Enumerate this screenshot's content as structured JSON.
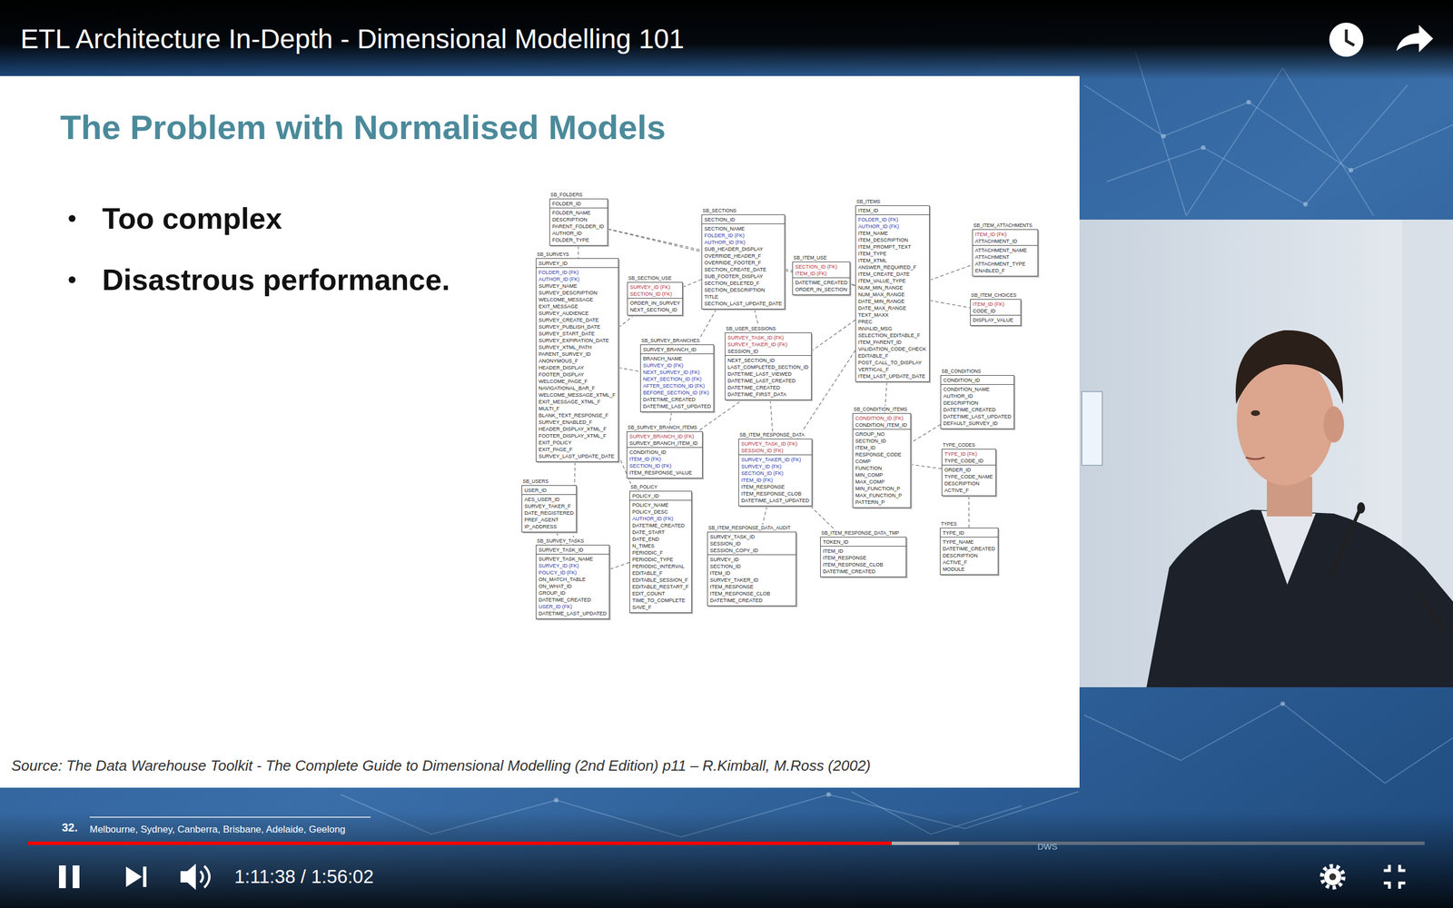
{
  "diagram": {
    "title": "The Problem with Normalised Models",
    "caption": "Source: The Data Warehouse Toolkit  - The Complete Guide to Dimensional Modelling (2nd Edition) p11 – R.Kimball, M.Ross (2002)",
    "nodes": [
      {
        "text": [
          "SB_FOLDERS",
          "FOLDER_ID",
          "FOLDER_NAME",
          "DESCRIPTION",
          "PARENT_FOLDER_ID",
          "AUTHOR_ID",
          "FOLDER_TYPE"
        ]
      },
      {
        "text": [
          "SB_ITEMS",
          "ITEM_ID",
          "FOLDER_ID (FK)",
          "AUTHOR_ID (FK)",
          "ITEM_NAME",
          "ITEM_DESCRIPTION",
          "ITEM_PROMPT_TEXT",
          "ITEM_TYPE",
          "ITEM_XTML",
          "ANSWER_REQUIRED_F",
          "ITEM_CREATE_DATE",
          "ITEM_VALUE_TYPE",
          "NUM_MIN_RANGE",
          "NUM_MAX_RANGE",
          "DATE_MIN_RANGE",
          "DATE_MAX_RANGE",
          "TEXT_MAXX",
          "PREC",
          "INVALID_MSG",
          "SELECTION_EDITABLE_F",
          "ITEM_PARENT_ID",
          "VALIDATION_CODE_CHECK",
          "EDITABLE_F",
          "POST_CALL_TO_DISPLAY",
          "VERTICAL_F",
          "ITEM_LAST_UPDATE_DATE"
        ]
      },
      {
        "text": [
          "SB_SECTIONS",
          "SECTION_ID",
          "SECTION_NAME",
          "FOLDER_ID (FK)",
          "AUTHOR_ID (FK)",
          "SUB_HEADER_DISPLAY",
          "OVERRIDE_HEADER_F",
          "OVERRIDE_FOOTER_F",
          "SECTION_CREATE_DATE",
          "SUB_FOOTER_DISPLAY",
          "SECTION_DELETED_F",
          "SECTION_DESCRIPTION",
          "TITLE",
          "SECTION_LAST_UPDATE_DATE"
        ]
      },
      {
        "text": [
          "SB_ITEM_ATTACHMENTS",
          "ITEM_ID (FK)",
          "ATTACHMENT_ID",
          "ATTACHMENT_NAME",
          "ATTACHMENT",
          "ATTACHMENT_TYPE",
          "ENABLED_F"
        ]
      },
      {
        "text": [
          "SB_SURVEYS",
          "SURVEY_ID",
          "FOLDER_ID (FK)",
          "AUTHOR_ID (FK)",
          "SURVEY_NAME",
          "SURVEY_DESCRIPTION",
          "WELCOME_MESSAGE",
          "EXIT_MESSAGE",
          "SURVEY_AUDIENCE",
          "SURVEY_CREATE_DATE",
          "SURVEY_PUBLISH_DATE",
          "SURVEY_START_DATE",
          "SURVEY_EXPIRATION_DATE",
          "SURVEY_XTML_PATH",
          "PARENT_SURVEY_ID",
          "ANONYMOUS_F",
          "HEADER_DISPLAY",
          "FOOTER_DISPLAY",
          "WELCOME_PAGE_F",
          "NAVIGATIONAL_BAR_F",
          "WELCOME_MESSAGE_XTML_F",
          "EXIT_MESSAGE_XTML_F",
          "MULTI_F",
          "BLANK_TEXT_RESPONSE_F",
          "SURVEY_ENABLED_F",
          "HEADER_DISPLAY_XTML_F",
          "FOOTER_DISPLAY_XTML_F",
          "EXIT_POLICY",
          "EXIT_PAGE_F",
          "SURVEY_LAST_UPDATE_DATE"
        ]
      },
      {
        "text": [
          "SB_ITEM_USE",
          "SECTION_ID (FK)",
          "ITEM_ID (FK)",
          "DATETIME_CREATED",
          "ORDER_IN_SECTION"
        ]
      },
      {
        "text": [
          "SB_SECTION_USE",
          "SURVEY_ID (FK)",
          "SECTION_ID (FK)",
          "ORDER_IN_SURVEY",
          "NEXT_SECTION_ID"
        ]
      },
      {
        "text": [
          "SB_ITEM_CHOICES",
          "ITEM_ID (FK)",
          "CODE_ID",
          "DISPLAY_VALUE"
        ]
      },
      {
        "text": [
          "SB_USER_SESSIONS",
          "SURVEY_TASK_ID (FK)",
          "SURVEY_TAKER_ID (FK)",
          "SESSION_ID",
          "NEXT_SECTION_ID",
          "LAST_COMPLETED_SECTION_ID",
          "DATETIME_LAST_VIEWED",
          "DATETIME_LAST_CREATED",
          "DATETIME_CREATED",
          "DATETIME_FIRST_DATA"
        ]
      },
      {
        "text": [
          "SB_SURVEY_BRANCHES",
          "SURVEY_BRANCH_ID",
          "BRANCH_NAME",
          "SURVEY_ID (FK)",
          "NEXT_SURVEY_ID (FK)",
          "NEXT_SECTION_ID (FK)",
          "AFTER_SECTION_ID (FK)",
          "BEFORE_SECTION_ID (FK)",
          "DATETIME_CREATED",
          "DATETIME_LAST_UPDATED"
        ]
      },
      {
        "text": [
          "SB_CONDITIONS",
          "CONDITION_ID",
          "CONDITION_NAME",
          "AUTHOR_ID",
          "DESCRIPTION",
          "DATETIME_CREATED",
          "DATETIME_LAST_UPDATED",
          "DEFAULT_SURVEY_ID"
        ]
      },
      {
        "text": [
          "SB_CONDITION_ITEMS",
          "CONDITION_ID (FK)",
          "CONDITION_ITEM_ID",
          "GROUP_NO",
          "SECTION_ID",
          "ITEM_ID",
          "RESPONSE_CODE",
          "COMP",
          "FUNCTION",
          "MIN_COMP",
          "MAX_COMP",
          "MIN_FUNCTION_P",
          "MAX_FUNCTION_P",
          "PATTERN_P"
        ]
      },
      {
        "text": [
          "SB_SURVEY_BRANCH_ITEMS",
          "SURVEY_BRANCH_ID (FK)",
          "SURVEY_BRANCH_ITEM_ID",
          "CONDITION_ID",
          "ITEM_ID (FK)",
          "SECTION_ID (FK)",
          "ITEM_RESPONSE_VALUE"
        ]
      },
      {
        "text": [
          "SB_ITEM_RESPONSE_DATA",
          "SURVEY_TASK_ID (FK)",
          "SESSION_ID (FK)",
          "SURVEY_TAKER_ID (FK)",
          "SURVEY_ID (FK)",
          "SECTION_ID (FK)",
          "ITEM_ID (FK)",
          "ITEM_RESPONSE",
          "ITEM_RESPONSE_CLOB",
          "DATETIME_LAST_UPDATED"
        ]
      },
      {
        "text": [
          "TYPE_CODES",
          "TYPE_ID (FK)",
          "TYPE_CODE_ID",
          "ORDER_ID",
          "TYPE_CODE_NAME",
          "DESCRIPTION",
          "ACTIVE_F"
        ]
      },
      {
        "text": [
          "SB_USERS",
          "USER_ID",
          "AES_USER_ID",
          "SURVEY_TAKER_F",
          "DATE_REGISTERED",
          "PREF_AGENT",
          "IP_ADDRESS"
        ]
      },
      {
        "text": [
          "SB_POLICY",
          "POLICY_ID",
          "POLICY_NAME",
          "POLICY_DESC",
          "AUTHOR_ID (FK)",
          "DATETIME_CREATED",
          "DATE_START",
          "DATE_END",
          "N_TIMES",
          "PERIODIC_F",
          "PERIODIC_TYPE",
          "PERIODIC_INTERVAL",
          "EDITABLE_F",
          "EDITABLE_SESSION_F",
          "EDITABLE_RESTART_F",
          "EDIT_COUNT",
          "TIME_TO_COMPLETE",
          "SAVE_F"
        ]
      },
      {
        "text": [
          "TYPES",
          "TYPE_ID",
          "TYPE_NAME",
          "DATETIME_CREATED",
          "DESCRIPTION",
          "ACTIVE_F",
          "MODULE"
        ]
      },
      {
        "text": [
          "SB_ITEM_RESPONSE_DATA_AUDIT",
          "SURVEY_TASK_ID",
          "SESSION_ID",
          "SESSION_COPY_ID",
          "SURVEY_ID",
          "SECTION_ID",
          "ITEM_ID",
          "SURVEY_TAKER_ID",
          "ITEM_RESPONSE",
          "ITEM_RESPONSE_CLOB",
          "DATETIME_CREATED"
        ]
      },
      {
        "text": [
          "SB_ITEM_RESPONSE_DATA_TMP",
          "TOKEN_ID",
          "ITEM_ID",
          "ITEM_RESPONSE",
          "ITEM_RESPONSE_CLOB",
          "DATETIME_CREATED"
        ]
      },
      {
        "text": [
          "SB_SURVEY_TASKS",
          "SURVEY_TASK_ID",
          "SURVEY_TASK_NAME",
          "SURVEY_ID (FK)",
          "POLICY_ID (FK)",
          "ON_MATCH_TABLE",
          "ON_WHAT_ID",
          "GROUP_ID",
          "DATETIME_CREATED",
          "USER_ID (FK)",
          "DATETIME_LAST_UPDATED"
        ]
      }
    ],
    "edges": [
      {
        "from": 0,
        "to": 4,
        "arrow": "none"
      },
      {
        "from": 0,
        "to": 2,
        "arrow": "none"
      },
      {
        "from": 0,
        "to": 1,
        "arrow": "none"
      },
      {
        "from": 1,
        "to": 3,
        "arrow": "none"
      },
      {
        "from": 1,
        "to": 7,
        "arrow": "none"
      },
      {
        "from": 4,
        "to": 6,
        "arrow": "none"
      },
      {
        "from": 2,
        "to": 6,
        "arrow": "none"
      },
      {
        "from": 2,
        "to": 5,
        "arrow": "none"
      },
      {
        "from": 1,
        "to": 5,
        "arrow": "none"
      },
      {
        "from": 4,
        "to": 9,
        "arrow": "none"
      },
      {
        "from": 2,
        "to": 9,
        "arrow": "none"
      },
      {
        "from": 2,
        "to": 8,
        "arrow": "none"
      },
      {
        "from": 9,
        "to": 12,
        "arrow": "none"
      },
      {
        "from": 1,
        "to": 12,
        "arrow": "none"
      },
      {
        "from": 8,
        "to": 13,
        "arrow": "none"
      },
      {
        "from": 1,
        "to": 13,
        "arrow": "none"
      },
      {
        "from": 10,
        "to": 11,
        "arrow": "none"
      },
      {
        "from": 1,
        "to": 11,
        "arrow": "none"
      },
      {
        "from": 14,
        "to": 17,
        "arrow": "none"
      },
      {
        "from": 14,
        "to": 11,
        "arrow": "none"
      },
      {
        "from": 15,
        "to": 20,
        "arrow": "none"
      },
      {
        "from": 4,
        "to": 20,
        "arrow": "none"
      },
      {
        "from": 16,
        "to": 20,
        "arrow": "none"
      },
      {
        "from": 4,
        "to": 16,
        "arrow": "none"
      },
      {
        "from": 13,
        "to": 18,
        "arrow": "none"
      },
      {
        "from": 13,
        "to": 19,
        "arrow": "none"
      }
    ],
    "labels": [
      "ETL Architecture In-Depth - Dimensional Modelling 101",
      "Too complex",
      "Disastrous performance.",
      "32.",
      "Melbourne, Sydney, Canberra, Brisbane, Adelaide, Geelong",
      "1:11:38 / 1:56:02",
      "DWS"
    ]
  }
}
